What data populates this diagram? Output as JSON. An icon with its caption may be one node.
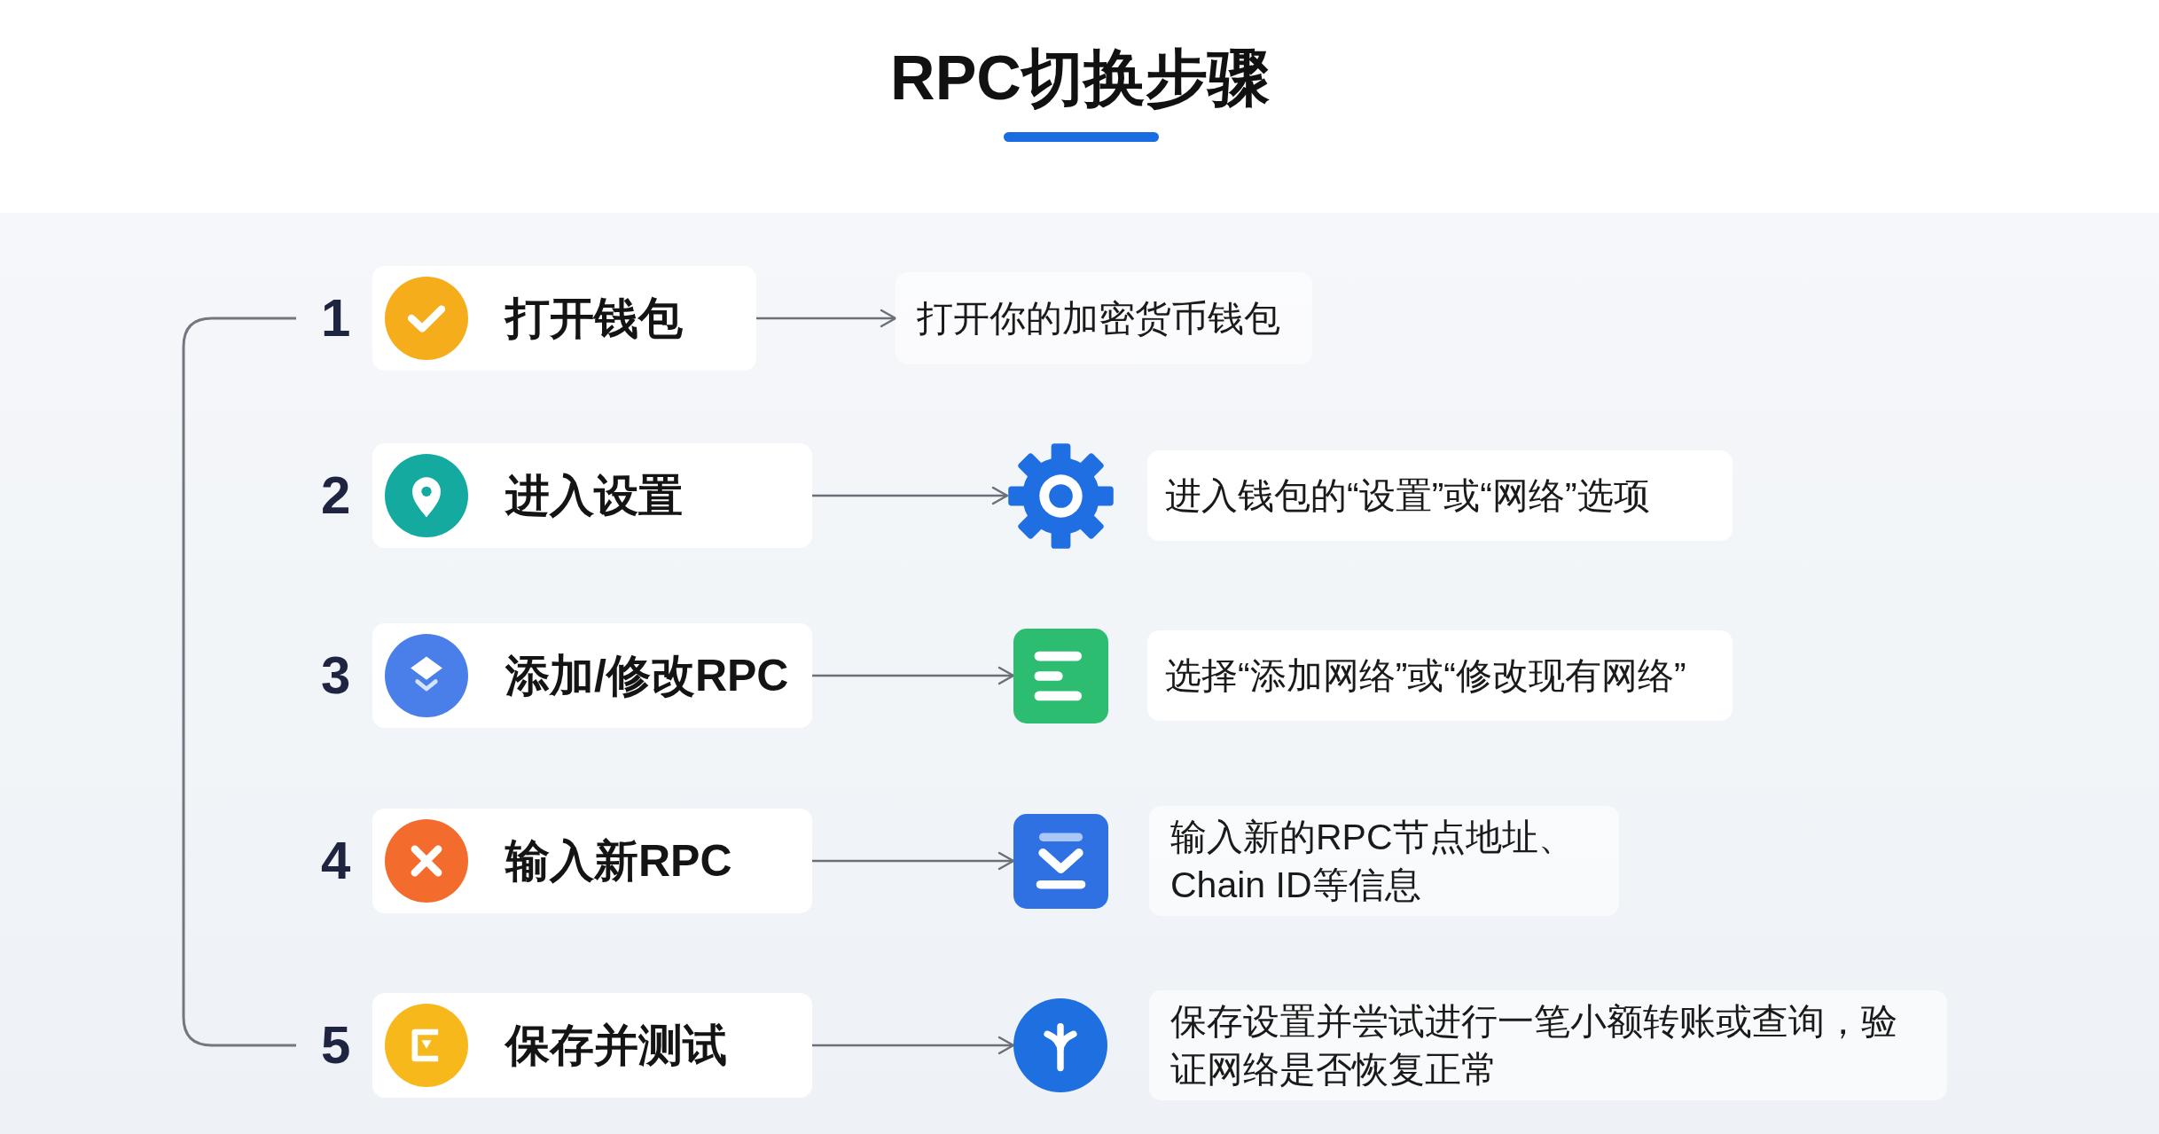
{
  "diagram": {
    "title": "RPC切换步骤",
    "nodes": [
      {
        "text": [
          "打开钱包"
        ],
        "beside": [
          "1"
        ]
      },
      {
        "text": [
          "打开你的加密货币钱包"
        ]
      },
      {
        "text": [
          "进入设置"
        ],
        "beside": [
          "2"
        ]
      },
      {
        "text": [],
        "shape": "picture"
      },
      {
        "text": [
          "进入钱包的“设置”或“网络”选项"
        ]
      },
      {
        "text": [
          "添加/修改RPC"
        ],
        "beside": [
          "3"
        ]
      },
      {
        "text": [],
        "shape": "picture"
      },
      {
        "text": [
          "选择“添加网络”或“修改现有网络”"
        ]
      },
      {
        "text": [
          "输入新RPC"
        ],
        "beside": [
          "4"
        ]
      },
      {
        "text": [],
        "shape": "picture"
      },
      {
        "text": [
          "输入新的RPC节点地址、Chain ID等信息"
        ]
      },
      {
        "text": [
          "保存并测试"
        ],
        "beside": [
          "5"
        ]
      },
      {
        "text": [],
        "shape": "picture"
      },
      {
        "text": [
          "保存设置并尝试进行一笔小额转账或查询，验证网络是否恢复正常"
        ]
      }
    ],
    "edges": [
      {
        "from": 0,
        "to": 1,
        "arrow": "to"
      },
      {
        "from": 2,
        "to": 3,
        "arrow": "to"
      },
      {
        "from": 5,
        "to": 6,
        "arrow": "to"
      },
      {
        "from": 8,
        "to": 9,
        "arrow": "to"
      },
      {
        "from": 11,
        "to": 12,
        "arrow": "to"
      }
    ]
  }
}
